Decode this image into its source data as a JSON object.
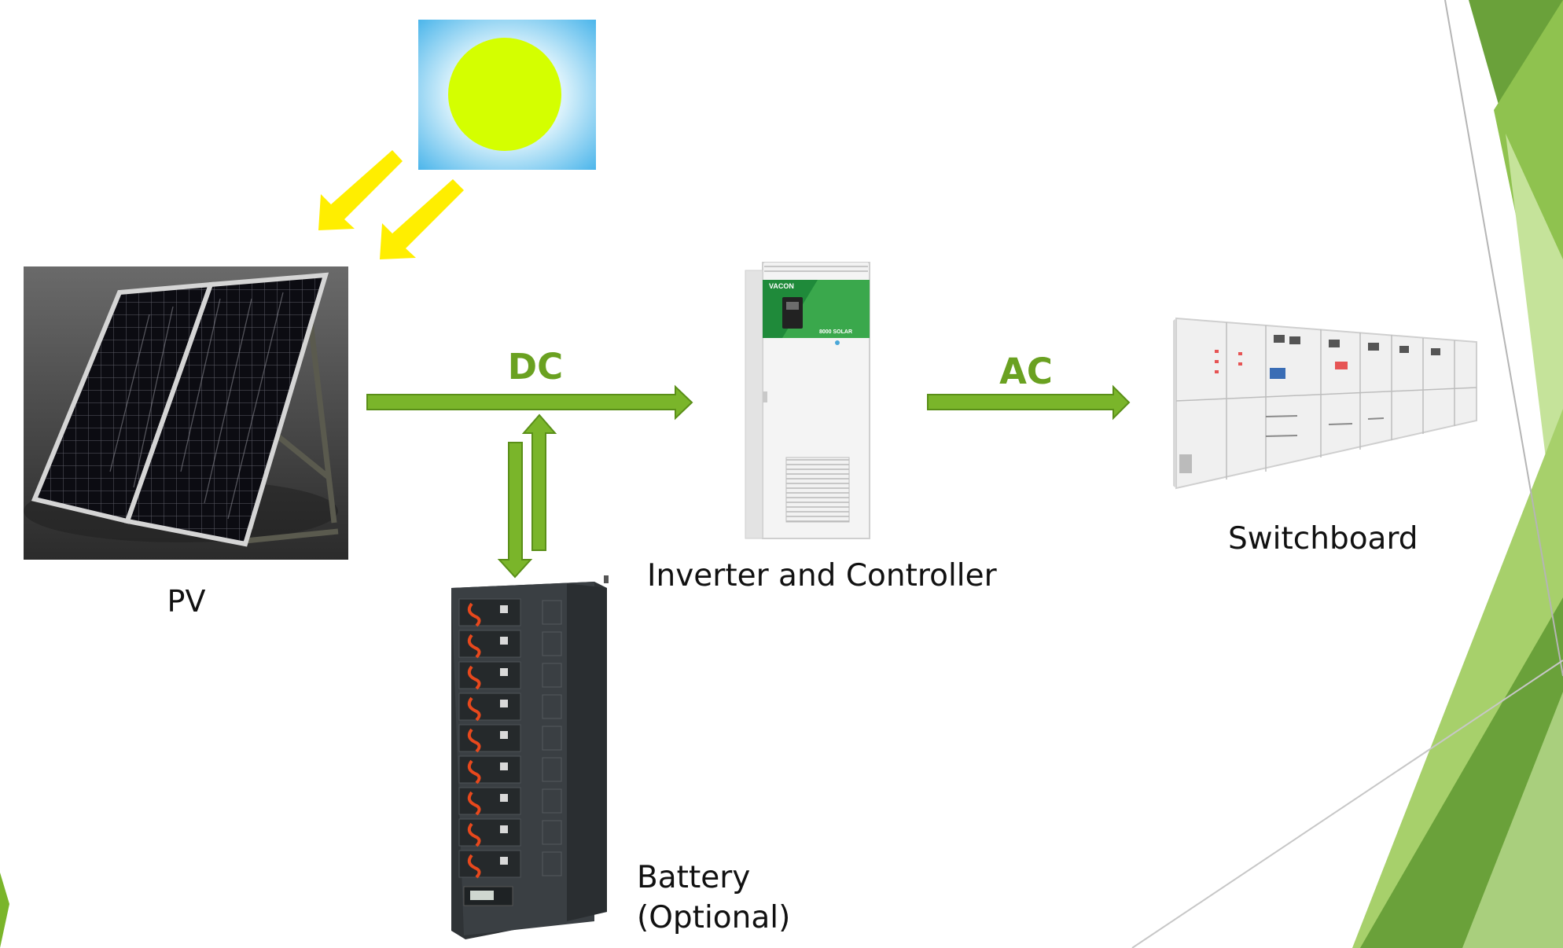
{
  "diagram": {
    "labels": {
      "pv": "PV",
      "dc": "DC",
      "ac": "AC",
      "inverter": "Inverter and Controller",
      "switchboard": "Switchboard",
      "battery_line1": "Battery",
      "battery_line2": "(Optional)"
    },
    "inverter_panel": {
      "brand": "VACON",
      "model": "8000 SOLAR"
    },
    "colors": {
      "arrow_green": "#7ab52a",
      "arrow_outline": "#5a8f18",
      "sun_yellow": "#d4ff00",
      "sky_blue": "#4fb7ec",
      "ray_yellow": "#ffee00",
      "deco_green_dark": "#6aa13a",
      "deco_green_light": "#c5e39a"
    },
    "icons": [
      "sun-icon",
      "sun-ray-icon",
      "solar-panel-icon",
      "inverter-cabinet-icon",
      "switchboard-icon",
      "battery-rack-icon"
    ]
  }
}
